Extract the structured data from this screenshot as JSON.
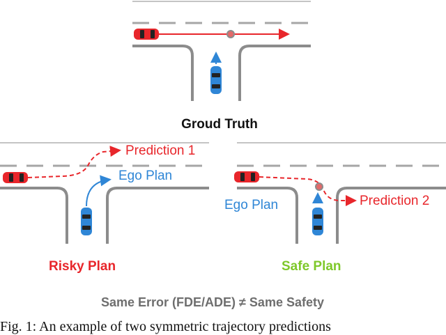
{
  "colors": {
    "road": "#8c8c8c",
    "dash": "#a6a6a6",
    "red": "#e8262b",
    "blue": "#2f86d6",
    "green": "#7ec82a",
    "gray_text": "#6e6e6e"
  },
  "labels": {
    "ground_truth": "Groud Truth",
    "prediction_1": "Prediction 1",
    "ego_plan_left": "Ego Plan",
    "ego_plan_right": "Ego Plan",
    "prediction_2": "Prediction 2",
    "risky_plan": "Risky Plan",
    "safe_plan": "Safe Plan",
    "summary": "Same Error (FDE/ADE) ≠ Same Safety",
    "caption": "Fig. 1: An example of two symmetric trajectory predictions"
  }
}
